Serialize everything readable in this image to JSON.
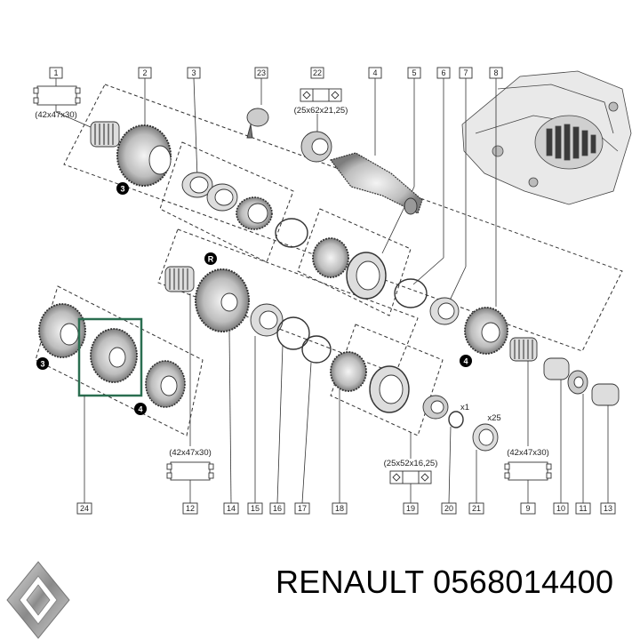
{
  "brand": {
    "text": "RENAULT 0568014400"
  },
  "callouts": {
    "top": [
      "1",
      "2",
      "3",
      "23",
      "22",
      "4",
      "5",
      "6",
      "7",
      "8"
    ],
    "bottom": [
      "24",
      "12",
      "14",
      "15",
      "16",
      "17",
      "18",
      "19",
      "20",
      "21",
      "9",
      "10",
      "11",
      "13"
    ]
  },
  "dimensions": {
    "d1": "(42x47x30)",
    "d22": "(25x62x21,25)",
    "d12": "(42x47x30)",
    "d19": "(25x52x16,25)",
    "d9": "(42x47x30)",
    "x1": "x1",
    "x25": "x25"
  },
  "markers": {
    "m3a": "3",
    "m3b": "3",
    "mR": "R",
    "m4a": "4",
    "m4b": "4"
  },
  "colors": {
    "line": "#222222",
    "highlight": "#2a6e50",
    "gray": "#9a9a9a"
  }
}
